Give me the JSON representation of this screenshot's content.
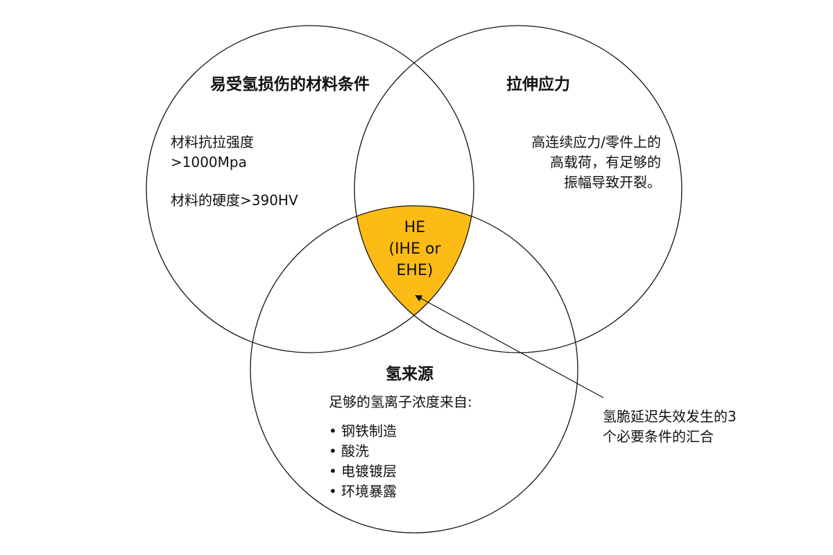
{
  "colors": {
    "intersection_fill": "#FDBB15",
    "circle_stroke": "#111111",
    "background": "#ffffff"
  },
  "circle_material": {
    "title": "易受氢损伤的材料条件",
    "line1": "材料抗拉强度",
    "line2": ">1000Mpa",
    "line3": "材料的硬度>390HV"
  },
  "circle_stress": {
    "title": "拉伸应力",
    "line1": "高连续应力/零件上的",
    "line2": "高载荷，有足够的",
    "line3": "振幅导致开裂。"
  },
  "circle_hydrogen": {
    "title": "氢来源",
    "intro": "足够的氢离子浓度来自:",
    "bullet_symbol": "•",
    "items": [
      "钢铁制造",
      "酸洗",
      "电镀镀层",
      "环境暴露"
    ]
  },
  "center": {
    "line1": "HE",
    "line2": "(IHE or",
    "line3": "EHE)"
  },
  "callout": {
    "line1": "氢脆延迟失效发生的3",
    "line2": "个必要条件的汇合"
  }
}
